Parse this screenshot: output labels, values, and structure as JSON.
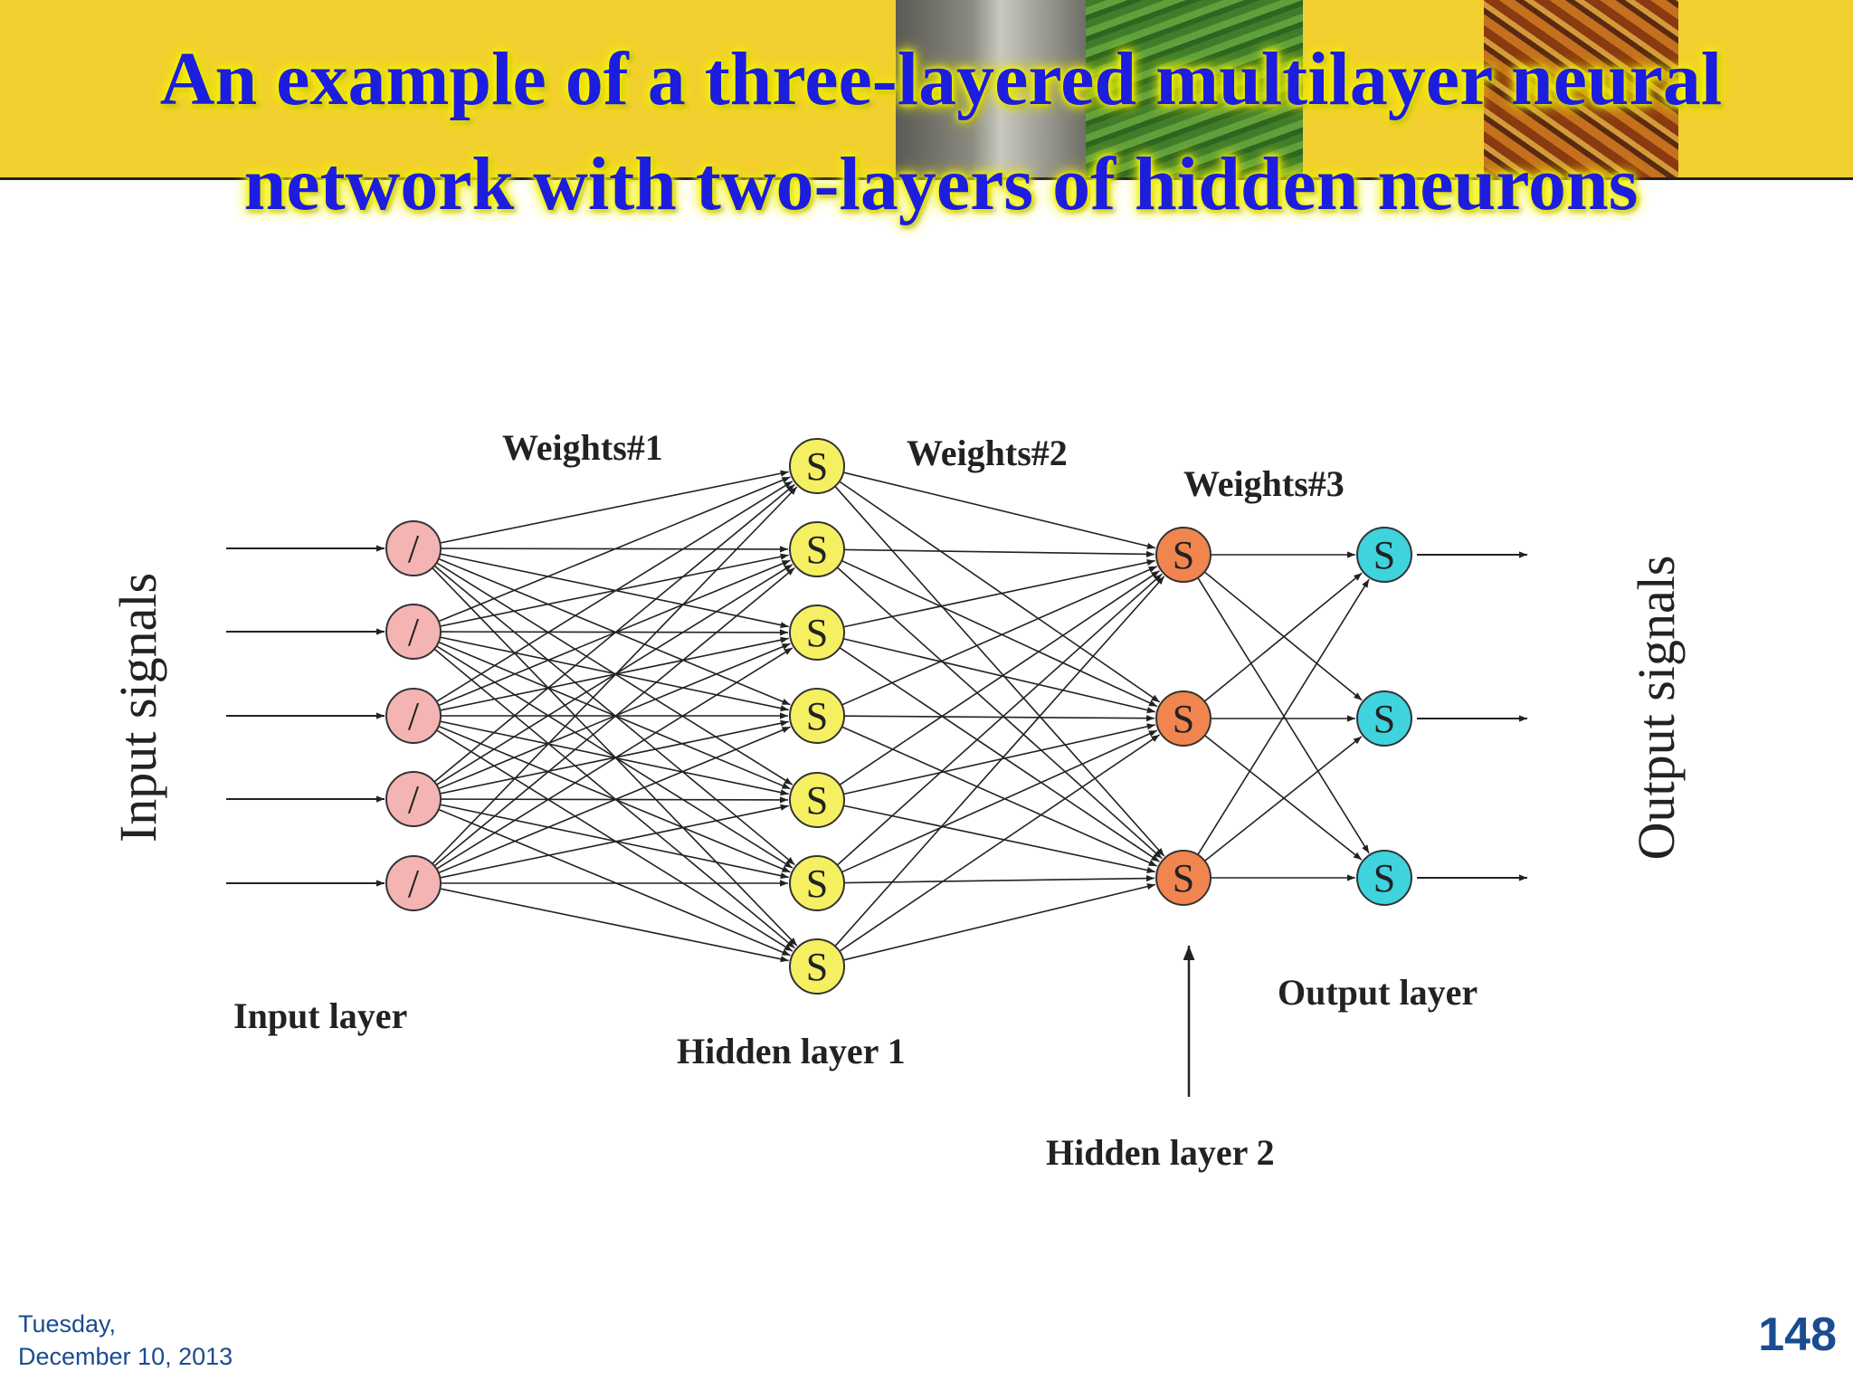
{
  "slide": {
    "title": "An example of a three-layered multilayer neural network with two-layers of hidden neurons",
    "footer": {
      "date_line1": "Tuesday,",
      "date_line2": "December 10, 2013"
    },
    "page_number": "148"
  },
  "diagram": {
    "side_labels": {
      "input": "Input signals",
      "output": "Output signals"
    },
    "weight_labels": [
      "Weights#1",
      "Weights#2",
      "Weights#3"
    ],
    "layers": [
      {
        "label": "Input layer",
        "neurons": 5,
        "symbol": "/",
        "color": "#f4b4b4"
      },
      {
        "label": "Hidden layer 1",
        "neurons": 7,
        "symbol": "S",
        "color": "#f5f062"
      },
      {
        "label": "Hidden layer 2",
        "neurons": 3,
        "symbol": "S",
        "color": "#f08550"
      },
      {
        "label": "Output layer",
        "neurons": 3,
        "symbol": "S",
        "color": "#3fd3de"
      }
    ]
  },
  "colors": {
    "banner": "#f2cf30",
    "title": "#1d1ddf",
    "title_glow": "#ffff00",
    "footer_text": "#1a4c90"
  }
}
